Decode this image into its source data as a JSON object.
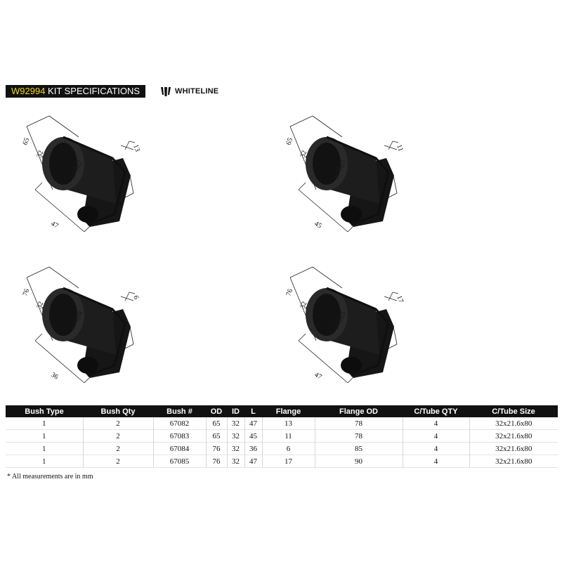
{
  "header": {
    "kit_code": "W92994",
    "title_rest": " KIT SPECIFICATIONS",
    "brand": "WHITELINE"
  },
  "bushes": [
    {
      "part": "67082",
      "od": "65",
      "id": "32",
      "length": "47",
      "flange": "13",
      "flange_od": "78"
    },
    {
      "part": "67083",
      "od": "65",
      "id": "32",
      "length": "45",
      "flange": "11",
      "flange_od": "78"
    },
    {
      "part": "67084",
      "od": "76",
      "id": "32",
      "length": "36",
      "flange": "6",
      "flange_od": "85"
    },
    {
      "part": "67085",
      "od": "76",
      "id": "32",
      "length": "47",
      "flange": "17",
      "flange_od": "90"
    }
  ],
  "table": {
    "headers": [
      "Bush Type",
      "Bush Qty",
      "Bush #",
      "OD",
      "ID",
      "L",
      "Flange",
      "Flange OD",
      "C/Tube QTY",
      "C/Tube Size"
    ],
    "rows": [
      [
        "1",
        "2",
        "67082",
        "65",
        "32",
        "47",
        "13",
        "78",
        "4",
        "32x21.6x80"
      ],
      [
        "1",
        "2",
        "67083",
        "65",
        "32",
        "45",
        "11",
        "78",
        "4",
        "32x21.6x80"
      ],
      [
        "1",
        "2",
        "67084",
        "76",
        "32",
        "36",
        "6",
        "85",
        "4",
        "32x21.6x80"
      ],
      [
        "1",
        "2",
        "67085",
        "76",
        "32",
        "47",
        "17",
        "90",
        "4",
        "32x21.6x80"
      ]
    ]
  },
  "footnote": "* All measurements are in mm",
  "colors": {
    "title_bar": "#111111",
    "kit_code": "#f1d81a",
    "bush": "#1b1b1b"
  }
}
